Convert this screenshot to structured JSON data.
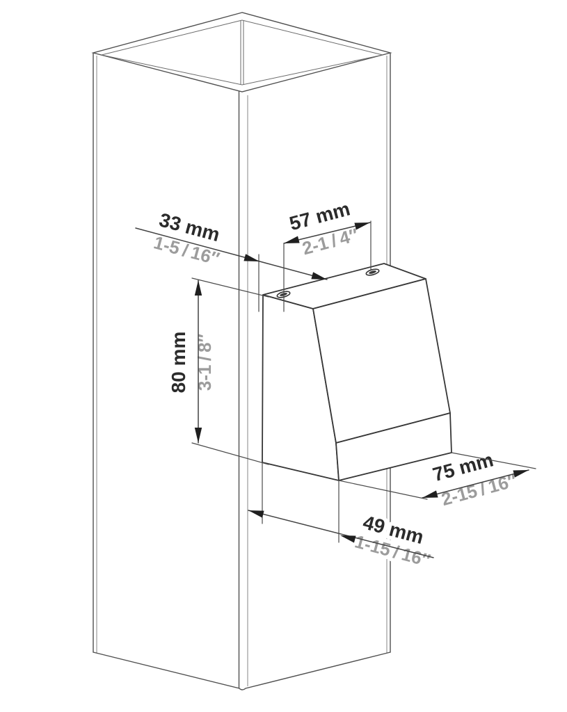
{
  "figure": {
    "kind": "isometric technical drawing",
    "subject": "wedge-shaped mounting bracket on square post",
    "colors": {
      "background": "#ffffff",
      "outline": "#4f4f4f",
      "metric_text": "#2b2b2b",
      "imperial_text": "#9c9c9c"
    },
    "screw_holes": 2,
    "dimensions": {
      "d33": {
        "metric": "33 mm",
        "imperial": "1-5 / 16″"
      },
      "d57": {
        "metric": "57 mm",
        "imperial": "2-1 / 4″"
      },
      "d80": {
        "metric": "80 mm",
        "imperial": "3-1 / 8″"
      },
      "d75": {
        "metric": "75 mm",
        "imperial": "2-15 / 16″"
      },
      "d49": {
        "metric": "49 mm",
        "imperial": "1-15 / 16″"
      }
    }
  }
}
